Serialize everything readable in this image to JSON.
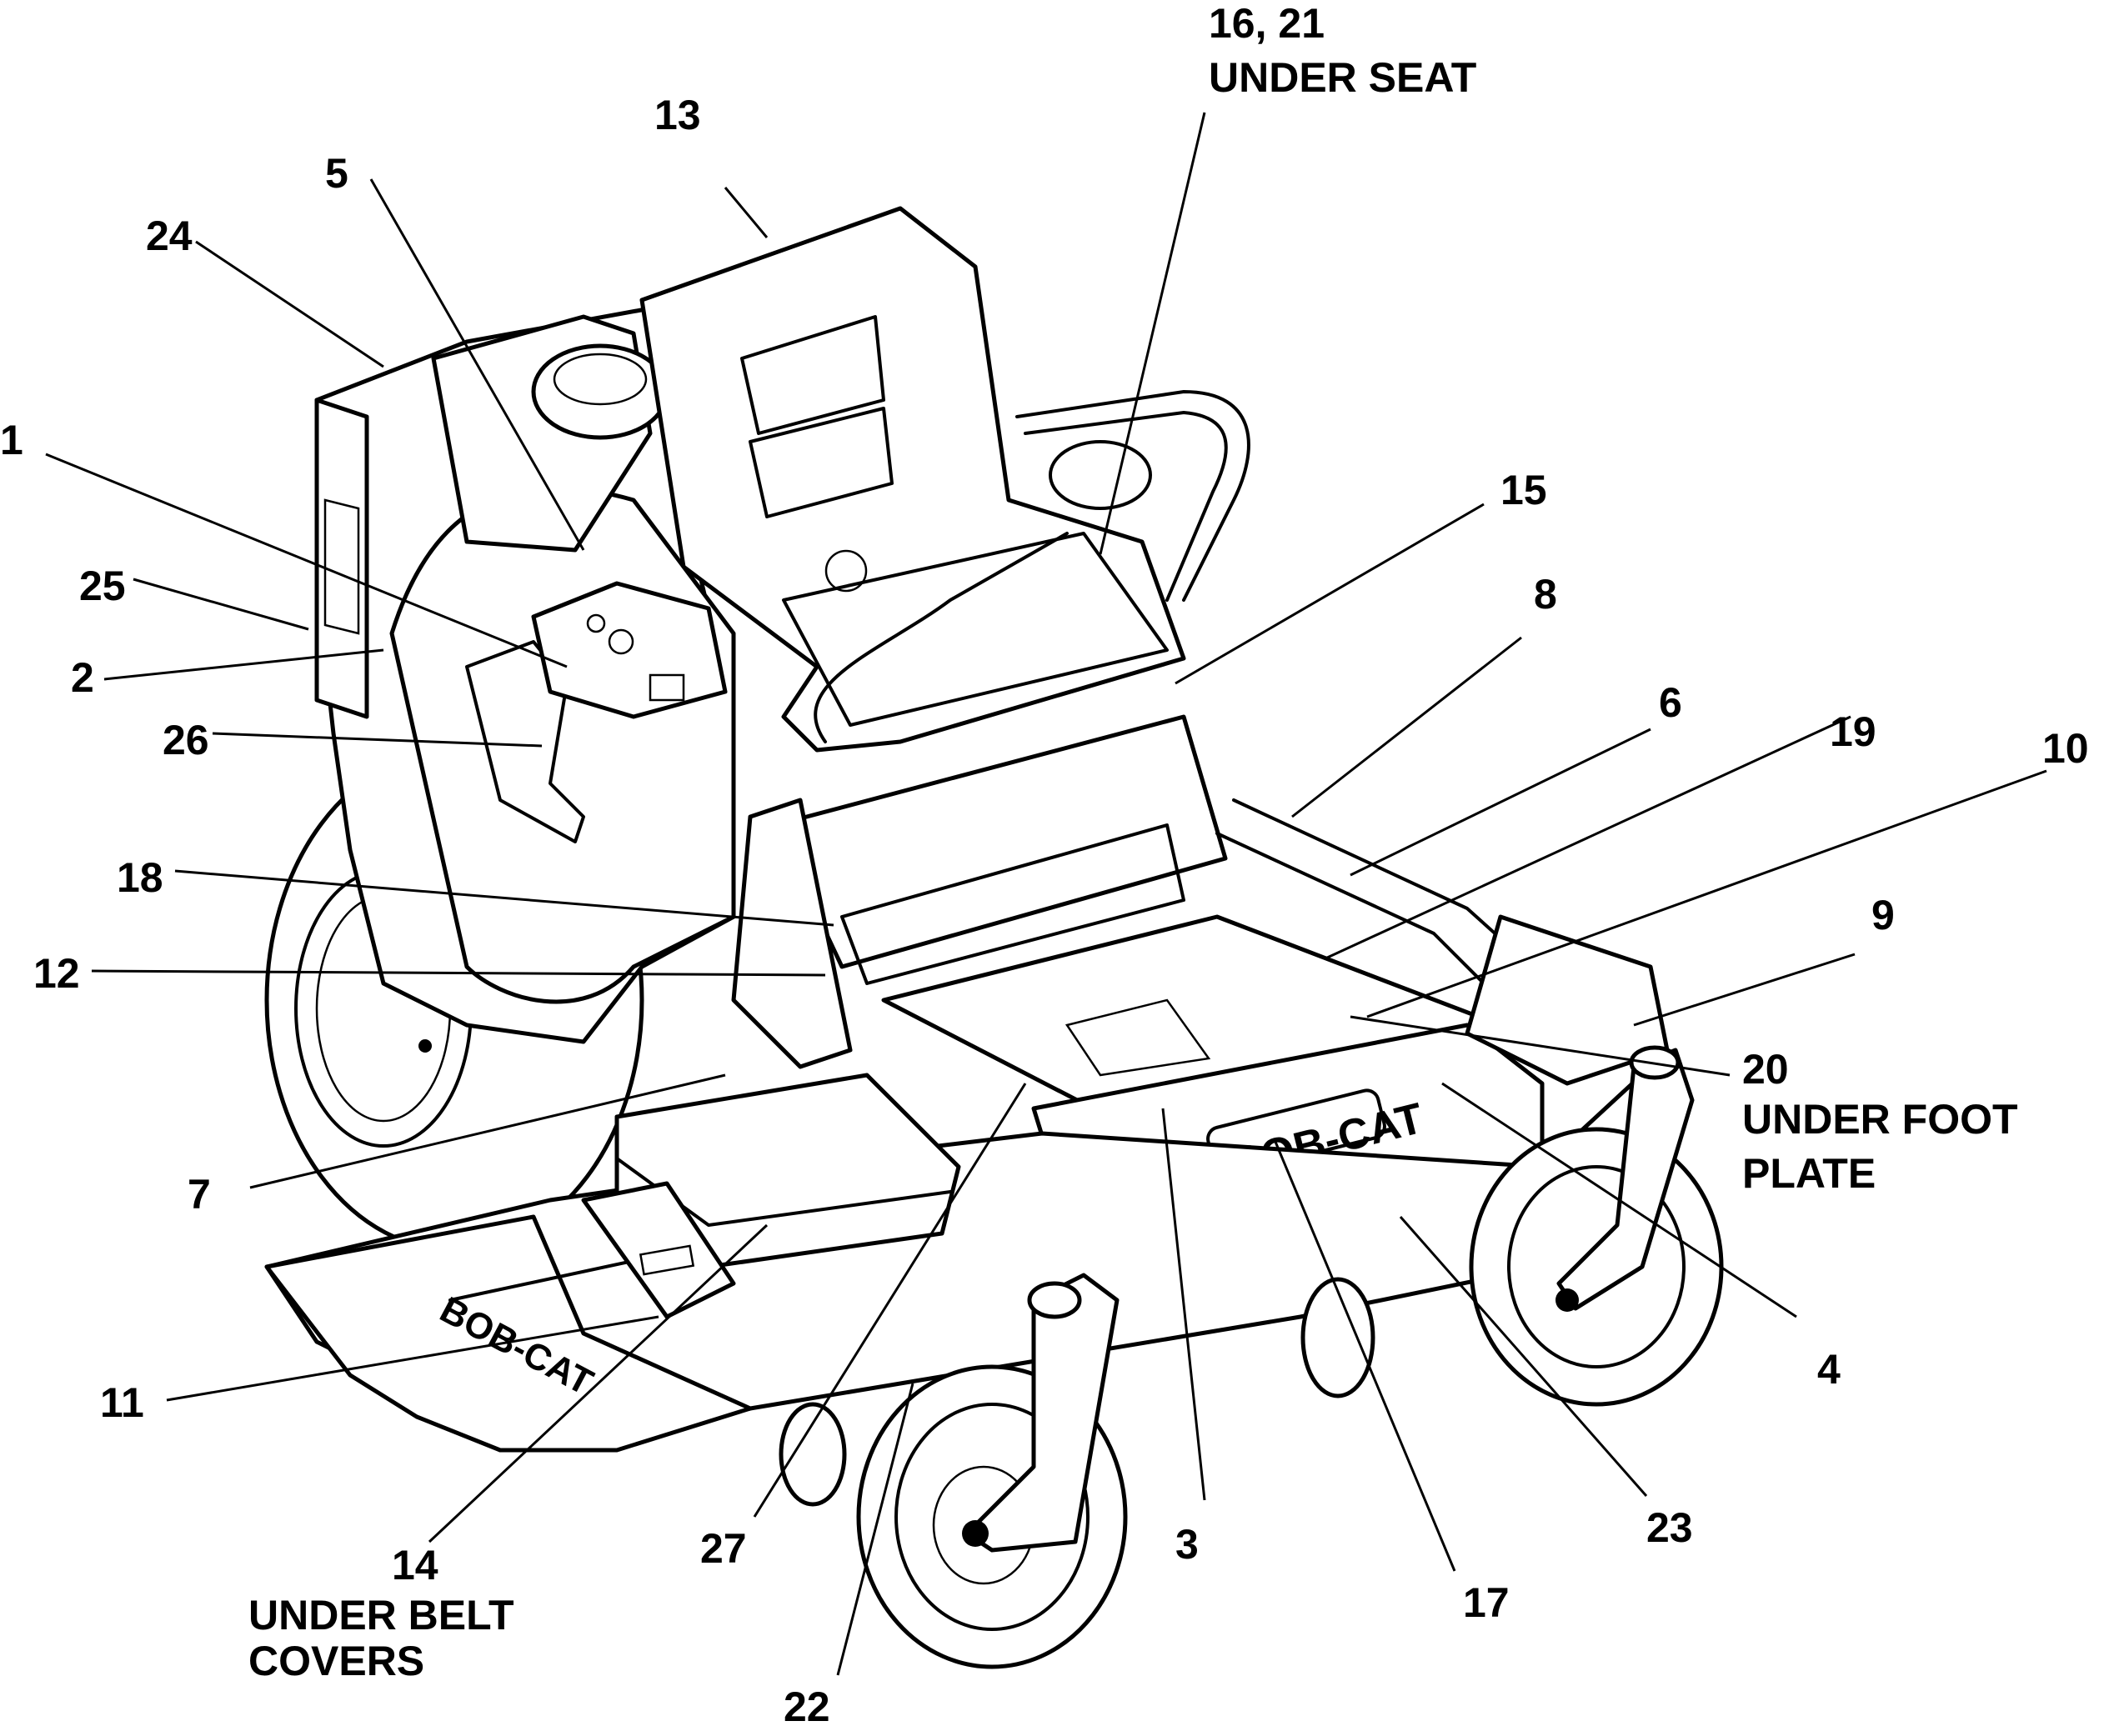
{
  "labels": {
    "l1": "1",
    "l2": "2",
    "l3": "3",
    "l4": "4",
    "l5": "5",
    "l6": "6",
    "l7": "7",
    "l8": "8",
    "l9": "9",
    "l10": "10",
    "l11": "11",
    "l12": "12",
    "l13": "13",
    "l14": "14",
    "l14_note_1": "UNDER BELT",
    "l14_note_2": "COVERS",
    "l15": "15",
    "l16_21": "16, 21",
    "l16_21_note": "UNDER SEAT",
    "l17": "17",
    "l18": "18",
    "l19": "19",
    "l20": "20",
    "l20_note_1": "UNDER FOOT",
    "l20_note_2": "PLATE",
    "l22": "22",
    "l23": "23",
    "l24": "24",
    "l25": "25",
    "l26": "26",
    "l27": "27"
  },
  "decals": {
    "brand_hood": "BOB-CAT",
    "brand_deck": "BOB-CAT"
  }
}
